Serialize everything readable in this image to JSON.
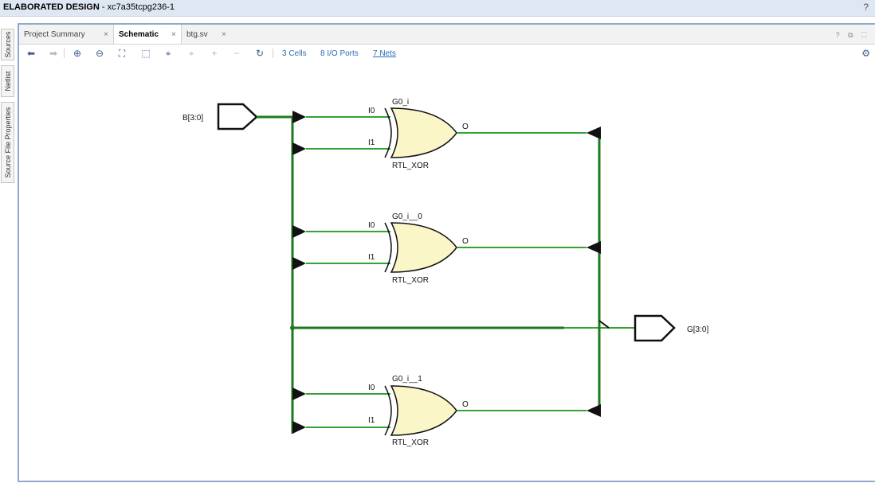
{
  "titlebar": {
    "title": "ELABORATED DESIGN",
    "part": " - xc7a35tcpg236-1",
    "help": "?"
  },
  "side_tabs": [
    "Sources",
    "Netlist",
    "Source File Properties"
  ],
  "tabs": [
    {
      "label": "Project Summary",
      "close": "×"
    },
    {
      "label": "Schematic",
      "close": "×"
    },
    {
      "label": "btg.sv",
      "close": "×"
    }
  ],
  "tab_icons": "? ⧉ ⬚",
  "toolbar": {
    "cells": "3 Cells",
    "ports": "8 I/O Ports",
    "nets": "7 Nets"
  },
  "icons": {
    "back": "back-arrow-icon",
    "forward": "forward-arrow-icon",
    "zoom_in": "zoom-in-icon",
    "zoom_out": "zoom-out-icon",
    "fit": "fit-view-icon",
    "zoom_area": "zoom-area-icon",
    "select": "select-icon",
    "deselect": "deselect-icon",
    "expand": "plus-icon",
    "collapse": "minus-icon",
    "reload": "reload-icon",
    "settings": "gear-icon"
  },
  "schematic": {
    "input_port": "B[3:0]",
    "output_port": "G[3:0]",
    "gates": [
      {
        "name": "G0_i",
        "type": "RTL_XOR",
        "in0": "I0",
        "in1": "I1",
        "out": "O"
      },
      {
        "name": "G0_i__0",
        "type": "RTL_XOR",
        "in0": "I0",
        "in1": "I1",
        "out": "O"
      },
      {
        "name": "G0_i__1",
        "type": "RTL_XOR",
        "in0": "I0",
        "in1": "I1",
        "out": "O"
      }
    ],
    "colors": {
      "bus": "#1e7a1e",
      "wire": "#34a234",
      "gate_fill": "#fbf6c8",
      "port_stroke": "#111111"
    }
  }
}
